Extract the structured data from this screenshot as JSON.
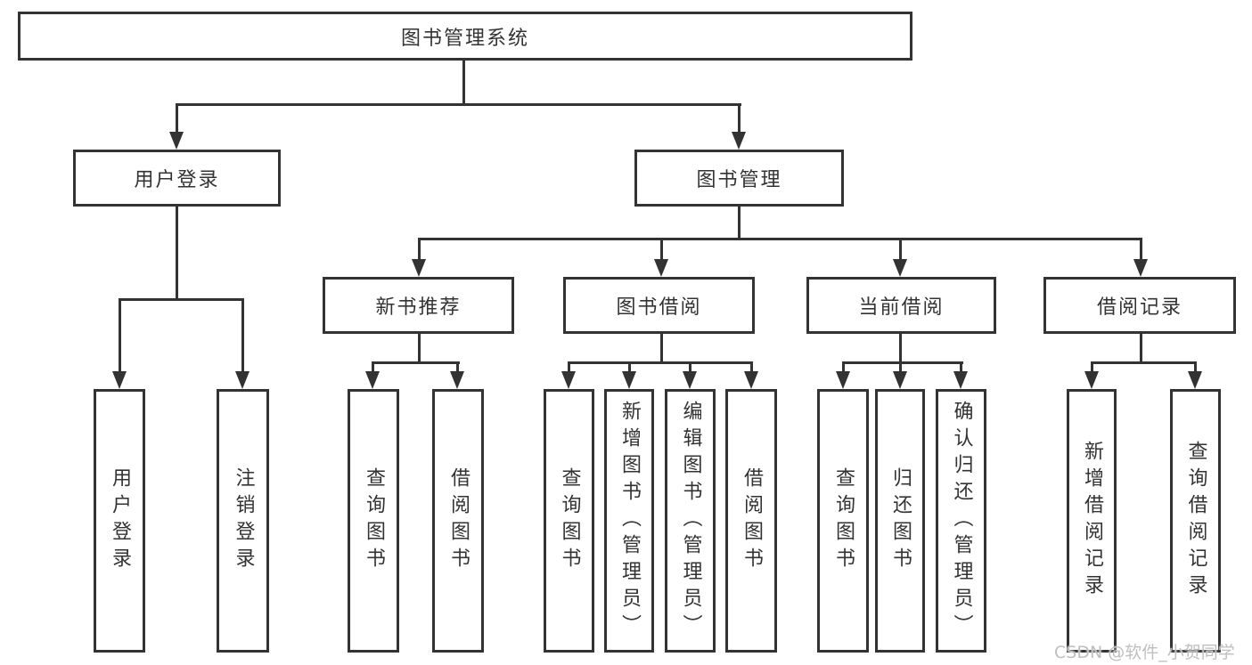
{
  "nodes": {
    "root": "图书管理系统",
    "user_login": "用户登录",
    "book_mgmt": "图书管理",
    "new_book_rec": "新书推荐",
    "book_borrow": "图书借阅",
    "current_borrow": "当前借阅",
    "borrow_record": "借阅记录",
    "user_login_children": [
      "用户登录",
      "注销登录"
    ],
    "new_book_rec_children": [
      "查询图书",
      "借阅图书"
    ],
    "book_borrow_children": [
      "查询图书",
      "新增图书（管理员）",
      "编辑图书（管理员）",
      "借阅图书"
    ],
    "current_borrow_children": [
      "查询图书",
      "归还图书",
      "确认归还（管理员）"
    ],
    "borrow_record_children": [
      "新增借阅记录",
      "查询借阅记录"
    ]
  },
  "watermark": {
    "text": "CSDN @软件_小贺同学"
  },
  "colors": {
    "line": "#333333",
    "text": "#333333",
    "background": "#ffffff",
    "watermark": "#bfbfbf"
  }
}
